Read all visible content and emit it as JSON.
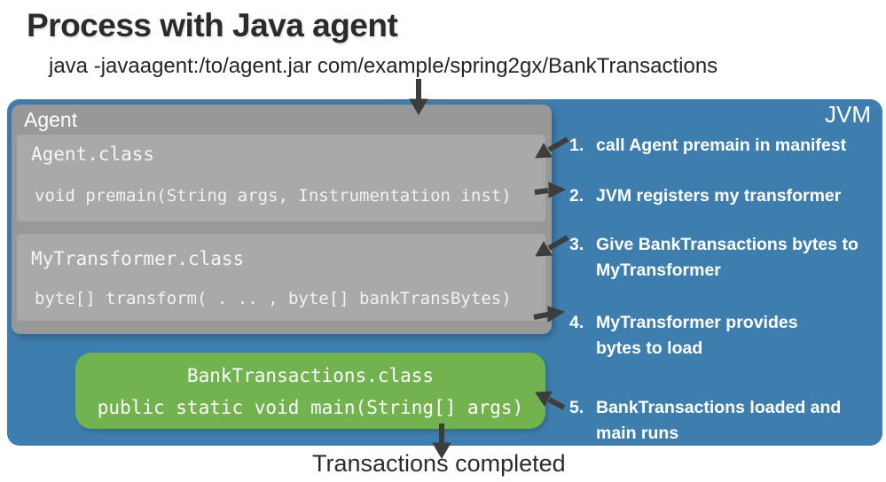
{
  "title": "Process with Java agent",
  "command": "java -javaagent:/to/agent.jar com/example/spring2gx/BankTransactions",
  "jvm": {
    "label": "JVM",
    "agent": {
      "label": "Agent",
      "classes": [
        {
          "name": "Agent.class",
          "code": "void premain(String args, Instrumentation inst)"
        },
        {
          "name": "MyTransformer.class",
          "code": "byte[] transform( . .. , byte[] bankTransBytes)"
        }
      ]
    },
    "main_class": {
      "name": "BankTransactions.class",
      "code": "public static void main(String[] args)"
    },
    "steps": [
      {
        "number": "1.",
        "text": "call Agent premain in manifest"
      },
      {
        "number": "2.",
        "text": "JVM registers my transformer"
      },
      {
        "number": "3.",
        "text": "Give BankTransactions bytes to MyTransformer"
      },
      {
        "number": "4.",
        "text": "MyTransformer provides bytes to load"
      },
      {
        "number": "5.",
        "text": "BankTransactions loaded and main runs"
      }
    ]
  },
  "footer": "Transactions completed",
  "colors": {
    "jvm_blue": "#3d7eae",
    "agent_gray": "#989898",
    "class_gray": "#a9a9a9",
    "main_green": "#72b34f",
    "arrow_dark": "#3d3d3d",
    "text_dark": "#2b2b2b",
    "text_light": "#ffffff"
  }
}
